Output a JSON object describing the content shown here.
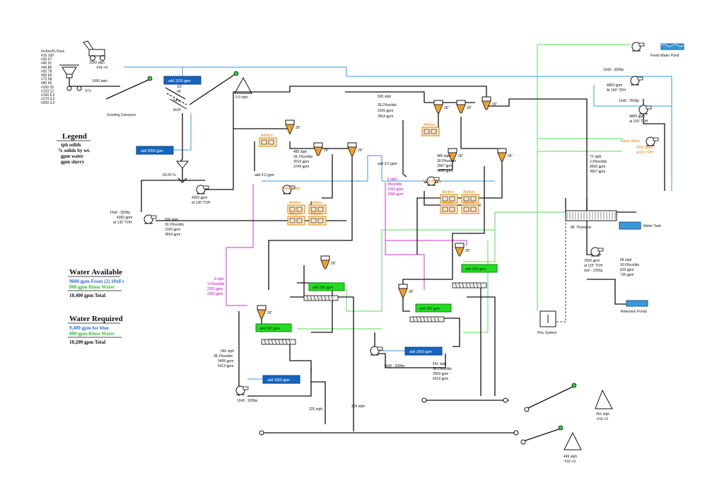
{
  "screen_table": {
    "header": "Inches/% Pass",
    "rows": [
      "#16   100",
      "#30    97",
      "#40    91",
      "#45    85",
      "#50    78",
      "#60    69",
      "#70    58",
      "#80    43",
      "#100   25",
      "#120   12",
      "#140   6.0",
      "#170   4.0",
      "#200   3.0"
    ]
  },
  "feed": {
    "loader": "1000 stph",
    "size": "-#16 +0",
    "rate": "1000 stph",
    "station": "ST1",
    "conveyor": "Existing Conveyor"
  },
  "screen": {
    "fraction": "1/2",
    "mesh": "#8",
    "pct": "54%",
    "size": "8x20"
  },
  "stockpile_top": {
    "rate": "0.0 stph"
  },
  "blue_boxes": {
    "add_1100": "add 1100 gpm",
    "add_5050": "add 5050 gpm",
    "add_1650_a": "add 1650 gpm",
    "add_1650_b": "add 1650 gpm"
  },
  "green_boxes": {
    "add_200_a": "add 200 gpm",
    "add_200_b": "add 200 gpm",
    "add_200_c": "add 200 gpm",
    "add_200_d": "add 200 gpm"
  },
  "split": {
    "label": "50-50 %"
  },
  "pump_left": {
    "gpm": "4300 gpm",
    "tdh": "at 130' TDH"
  },
  "pump_bl": {
    "size": "10x8 - 350hp",
    "gpm": "4300 gpm",
    "tdh": "at 130' TDH"
  },
  "stream_left": {
    "stph": "500 stph",
    "solids": "39.2%solids",
    "gpm": "3100 gpm",
    "gpm2": "3654 gpm"
  },
  "stream_top": {
    "stph": "500 stph",
    "solids": "39.2%solids",
    "gpm": "3100 gpm",
    "gpm2": "3654 gpm"
  },
  "stream_mid_left": {
    "stph": "485 stph",
    "solids": "39.1%solids",
    "gpm": "3019 gpm",
    "gpm2": "3749 gpm"
  },
  "stream_mid_right": {
    "stph": "485 stph",
    "solids": "39.5%solids",
    "gpm": "2967 gpm",
    "gpm2": "3698 gpm"
  },
  "add_zero_a": "add 0.0 gpm",
  "add_zero_b": "add 0.0 gpm",
  "pump_10x8": "10x8-250hp",
  "pump_10x8_b": "10x8-250hp",
  "attrition": "Attrition",
  "angles": {
    "a26": "26\""
  },
  "magenta_right": {
    "stph": "6 stph",
    "solids": "9%solids",
    "gpm": "2351 gpm",
    "gpm2": "2360 gpm"
  },
  "magenta_left": {
    "stph": "6 stph",
    "solids": "1.0%solids",
    "gpm": "2351 gpm",
    "gpm2": "2360 gpm"
  },
  "pump_bottom_left": {
    "size": "10x8 - 200hp"
  },
  "pump_bottom_right": {
    "size": "10x8 - 200hp"
  },
  "stream_bot_left": {
    "stph": "540 stph",
    "solids": "38.1%solids",
    "gpm": "3499 gpm",
    "gpm2": "4313 gpm"
  },
  "stream_bot_right": {
    "stph": "541 stph",
    "solids": "38.2%solids",
    "gpm": "3503 gpm",
    "gpm2": "4319 gpm"
  },
  "lines": {
    "l225": "225 stph",
    "l224": "224 stph"
  },
  "stockpile_a": {
    "rate": "451 stph",
    "size": "-#16 +0"
  },
  "stockpile_b": {
    "rate": "449 stph",
    "size": "-#16 +0"
  },
  "fresh_water": "Fresh Water Pond",
  "pump_top_right": {
    "size": "10x8 - 350hp",
    "gpm": "4800 gpm",
    "tdh": "At 150' TDH"
  },
  "pump_mid_right": {
    "size": "10x8 - 350hp",
    "gpm": "4800 gpm",
    "tdh": "at 150' TDH"
  },
  "rinse": {
    "label": "Rinse Water",
    "gpm": "2500 gpm",
    "tdh": "at 60' TDH"
  },
  "thickener_feed": {
    "stph": "72 stph",
    "solids": "2.9%solids",
    "gpm": "9500 gpm",
    "gpm2": "9607 gpm"
  },
  "thickener": "85' Thickener",
  "water_tank": "Water Tank",
  "floc": "Floc System",
  "underflow_pump": {
    "gpm": "1500 gpm",
    "tdh": "at 115' TDH",
    "size": "6x6 - 125hp"
  },
  "underflow": {
    "stph": "68 stph",
    "solids": "30.0%solids",
    "gpm": "633 gpm",
    "gpm2": "735 gpm"
  },
  "retention": "Retention Ponds",
  "legend": {
    "title": "Legend",
    "lines": [
      "tph solids",
      "% solids by wt.",
      "gpm water",
      "gpm slurry"
    ]
  },
  "water_available": {
    "title": "Water Available",
    "blue": "9600 gpm From (2) 10x8's",
    "green": "800 gpm Rinse Water",
    "total": "10,400 gpm Total"
  },
  "water_required": {
    "title": "Water Required",
    "blue": "9,400 gpm for blue",
    "green": "800 gpm Rinse Water",
    "total": "10,200 gpm Total"
  },
  "colors": {
    "blue": "#3a9ad9",
    "green": "#55dd55",
    "magenta": "#cc33cc",
    "orange": "#e08000",
    "box_blue": "#1565c0",
    "box_green": "#22dd22"
  }
}
